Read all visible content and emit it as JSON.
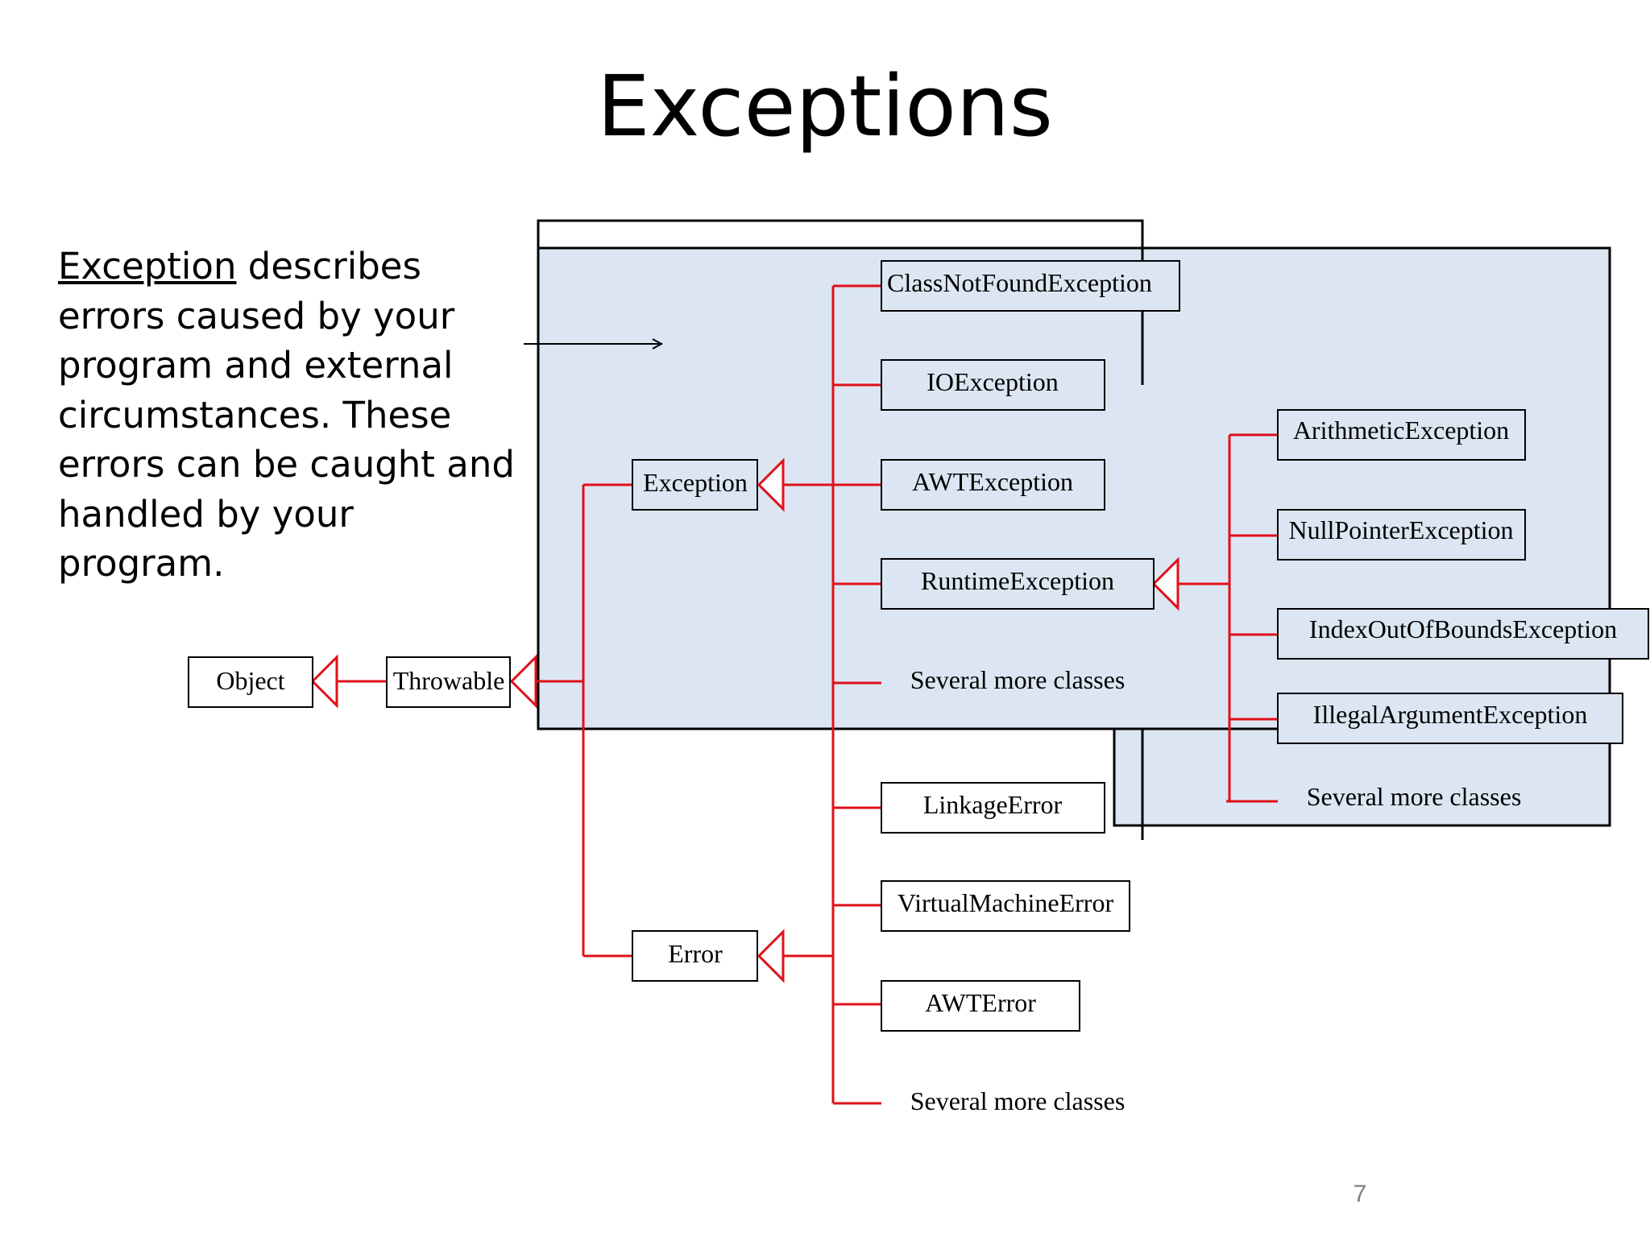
{
  "title": "Exceptions",
  "description": {
    "keyword": "Exception",
    "rest": " describes errors caused by your program and external circumstances. These errors can be caught and handled by your program."
  },
  "page_number": "7",
  "diagram": {
    "root": "Object",
    "throwable": "Throwable",
    "exception": "Exception",
    "error": "Error",
    "exception_subclasses": [
      "ClassNotFoundException",
      "IOException",
      "AWTException",
      "RuntimeException",
      "Several more classes"
    ],
    "runtime_subclasses": [
      "ArithmeticException",
      "NullPointerException",
      "IndexOutOfBoundsException",
      "IllegalArgumentException",
      "Several more classes"
    ],
    "error_subclasses": [
      "LinkageError",
      "VirtualMachineError",
      "AWTError",
      "Several more classes"
    ]
  },
  "colors": {
    "highlight_fill": "#dce6f2",
    "connector": "#e0101a",
    "box_border": "#000000"
  }
}
